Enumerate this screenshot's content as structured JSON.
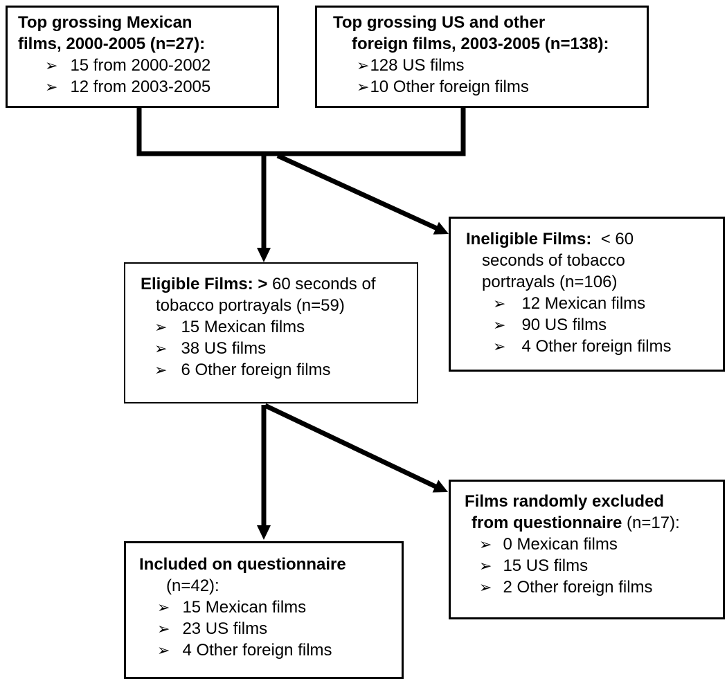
{
  "page": {
    "background_color": "#ffffff",
    "text_color": "#000000",
    "line_color": "#000000"
  },
  "bullet_glyph": "➢",
  "boxes": {
    "mexican": {
      "title_line1": "Top grossing Mexican",
      "title_line2": "films, 2000-2005 (n=27):",
      "bullets": [
        "15 from 2000-2002",
        "12 from 2003-2005"
      ]
    },
    "us_foreign": {
      "title_line1": "Top grossing US and other",
      "title_line2": "foreign films, 2003-2005 (n=138):",
      "bullets": [
        "128 US films",
        "10 Other foreign films"
      ]
    },
    "eligible": {
      "title_bold": "Eligible Films: >",
      "title_regular": " 60 seconds of",
      "title_line2": "tobacco portrayals (n=59)",
      "bullets": [
        "15 Mexican films",
        "38 US films",
        "6 Other foreign films"
      ]
    },
    "ineligible": {
      "title_bold": "Ineligible Films:",
      "title_regular": "  < 60",
      "title_line2": "seconds of tobacco",
      "title_line3": "portrayals (n=106)",
      "bullets": [
        "12 Mexican films",
        "90 US films",
        "4 Other foreign films"
      ]
    },
    "included": {
      "title_line1": "Included on questionnaire",
      "title_line2": "(n=42):",
      "bullets": [
        "15 Mexican films",
        "23 US films",
        "4 Other foreign films"
      ]
    },
    "excluded": {
      "title_line1": "Films randomly excluded",
      "title_line2_bold": "from questionnaire",
      "title_line2_regular": " (n=17):",
      "bullets": [
        "0 Mexican films",
        "15 US films",
        "2 Other foreign films"
      ]
    }
  }
}
